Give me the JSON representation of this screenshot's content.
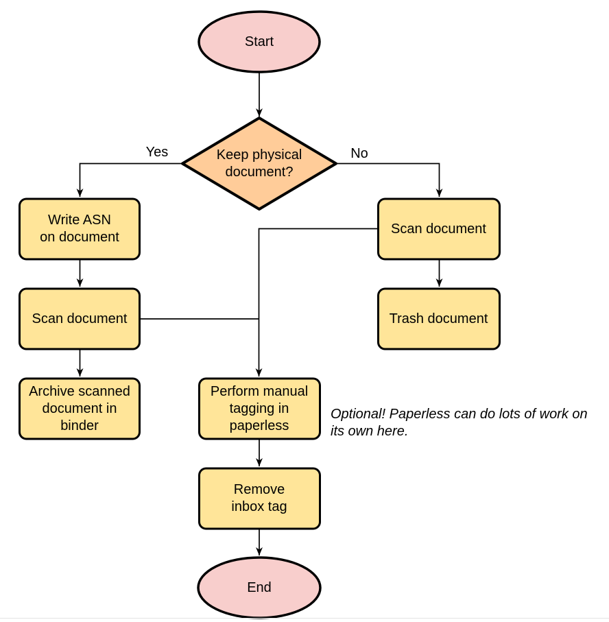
{
  "flowchart": {
    "nodes": {
      "start": {
        "label": "Start",
        "shape": "terminator"
      },
      "decision": {
        "label": "Keep physical\ndocument?",
        "shape": "decision"
      },
      "write_asn": {
        "label": "Write ASN\non document",
        "shape": "process"
      },
      "scan_left": {
        "label": "Scan document",
        "shape": "process"
      },
      "archive": {
        "label": "Archive scanned\ndocument in\nbinder",
        "shape": "process"
      },
      "scan_right": {
        "label": "Scan document",
        "shape": "process"
      },
      "trash": {
        "label": "Trash document",
        "shape": "process"
      },
      "tagging": {
        "label": "Perform manual\ntagging in\npaperless",
        "shape": "process"
      },
      "remove_inbox": {
        "label": "Remove\ninbox tag",
        "shape": "process"
      },
      "end": {
        "label": "End",
        "shape": "terminator"
      }
    },
    "edge_labels": {
      "yes": "Yes",
      "no": "No"
    },
    "annotation": "Optional! Paperless can do lots of work on\nits own here.",
    "colors": {
      "terminator_fill": "#f8cecc",
      "decision_fill": "#ffcc99",
      "process_fill": "#ffe599",
      "stroke": "#000000"
    }
  }
}
